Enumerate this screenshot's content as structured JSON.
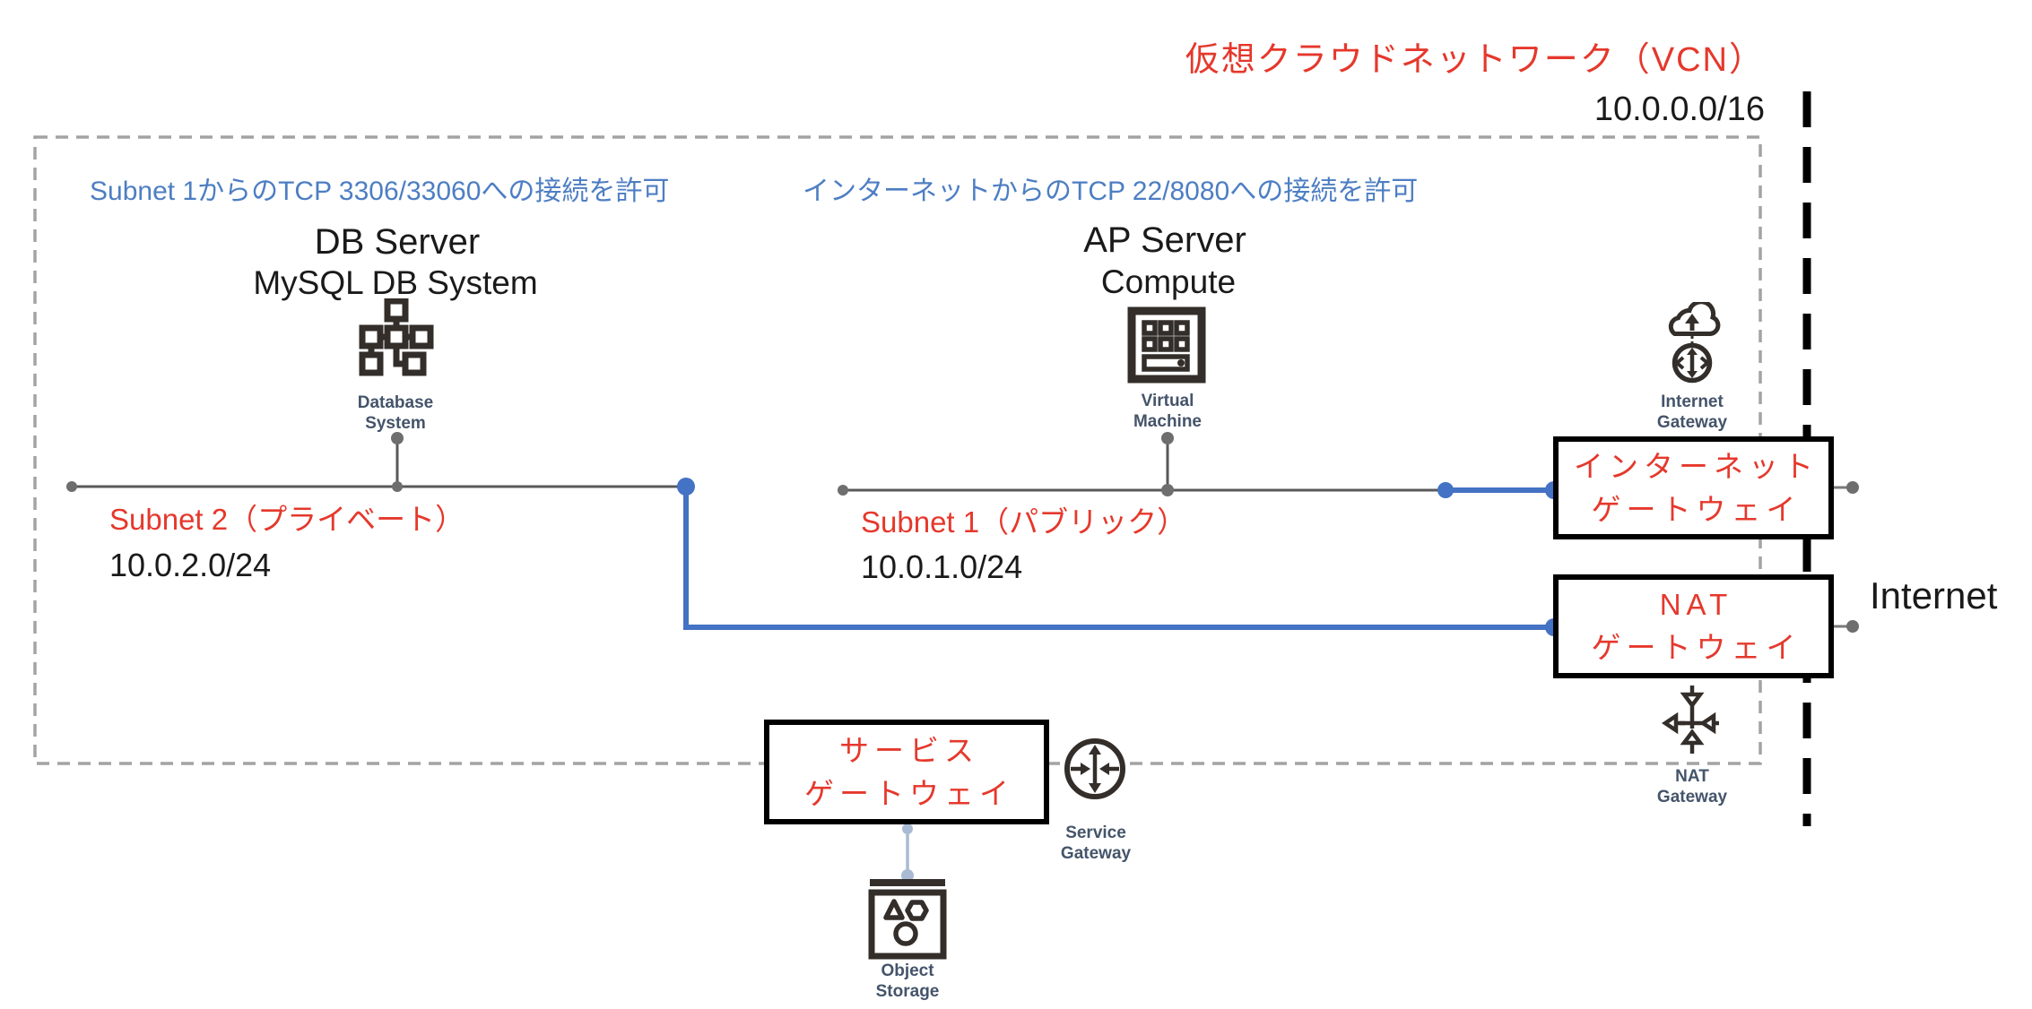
{
  "diagram": {
    "vcn": {
      "title": "仮想クラウドネットワーク（VCN）",
      "cidr": "10.0.0.0/16"
    },
    "annotations": {
      "db_rule": "Subnet 1からのTCP 3306/33060への接続を許可",
      "ap_rule": "インターネットからのTCP 22/8080への接続を許可"
    },
    "db_server": {
      "title": "DB Server",
      "subtitle": "MySQL DB System",
      "icon_label1": "Database",
      "icon_label2": "System"
    },
    "ap_server": {
      "title": "AP Server",
      "subtitle": "Compute",
      "icon_label1": "Virtual",
      "icon_label2": "Machine"
    },
    "subnet2": {
      "name": "Subnet 2（プライベート）",
      "cidr": "10.0.2.0/24"
    },
    "subnet1": {
      "name": "Subnet 1（パブリック）",
      "cidr": "10.0.1.0/24"
    },
    "internet_gateway": {
      "line1": "インターネット",
      "line2": "ゲートウェイ",
      "icon_label1": "Internet",
      "icon_label2": "Gateway"
    },
    "nat_gateway": {
      "line1": "NAT",
      "line2": "ゲートウェイ",
      "icon_label1": "NAT",
      "icon_label2": "Gateway"
    },
    "service_gateway": {
      "line1": "サービス",
      "line2": "ゲートウェイ",
      "icon_label1": "Service",
      "icon_label2": "Gateway"
    },
    "object_storage": {
      "icon_label1": "Object",
      "icon_label2": "Storage"
    },
    "internet_label": "Internet"
  },
  "colors": {
    "red": "#e5382c",
    "annotation_blue": "#4d7ec3",
    "line_blue": "#4472c4",
    "line_gray": "#595959",
    "dot_gray": "#6e6e6e",
    "vcn_border_gray": "#a3a3a3",
    "icon_dark": "#332e2a",
    "icon_label_navy": "#44546a",
    "connector_light": "#a9bbd4",
    "divider_black": "#000000"
  }
}
